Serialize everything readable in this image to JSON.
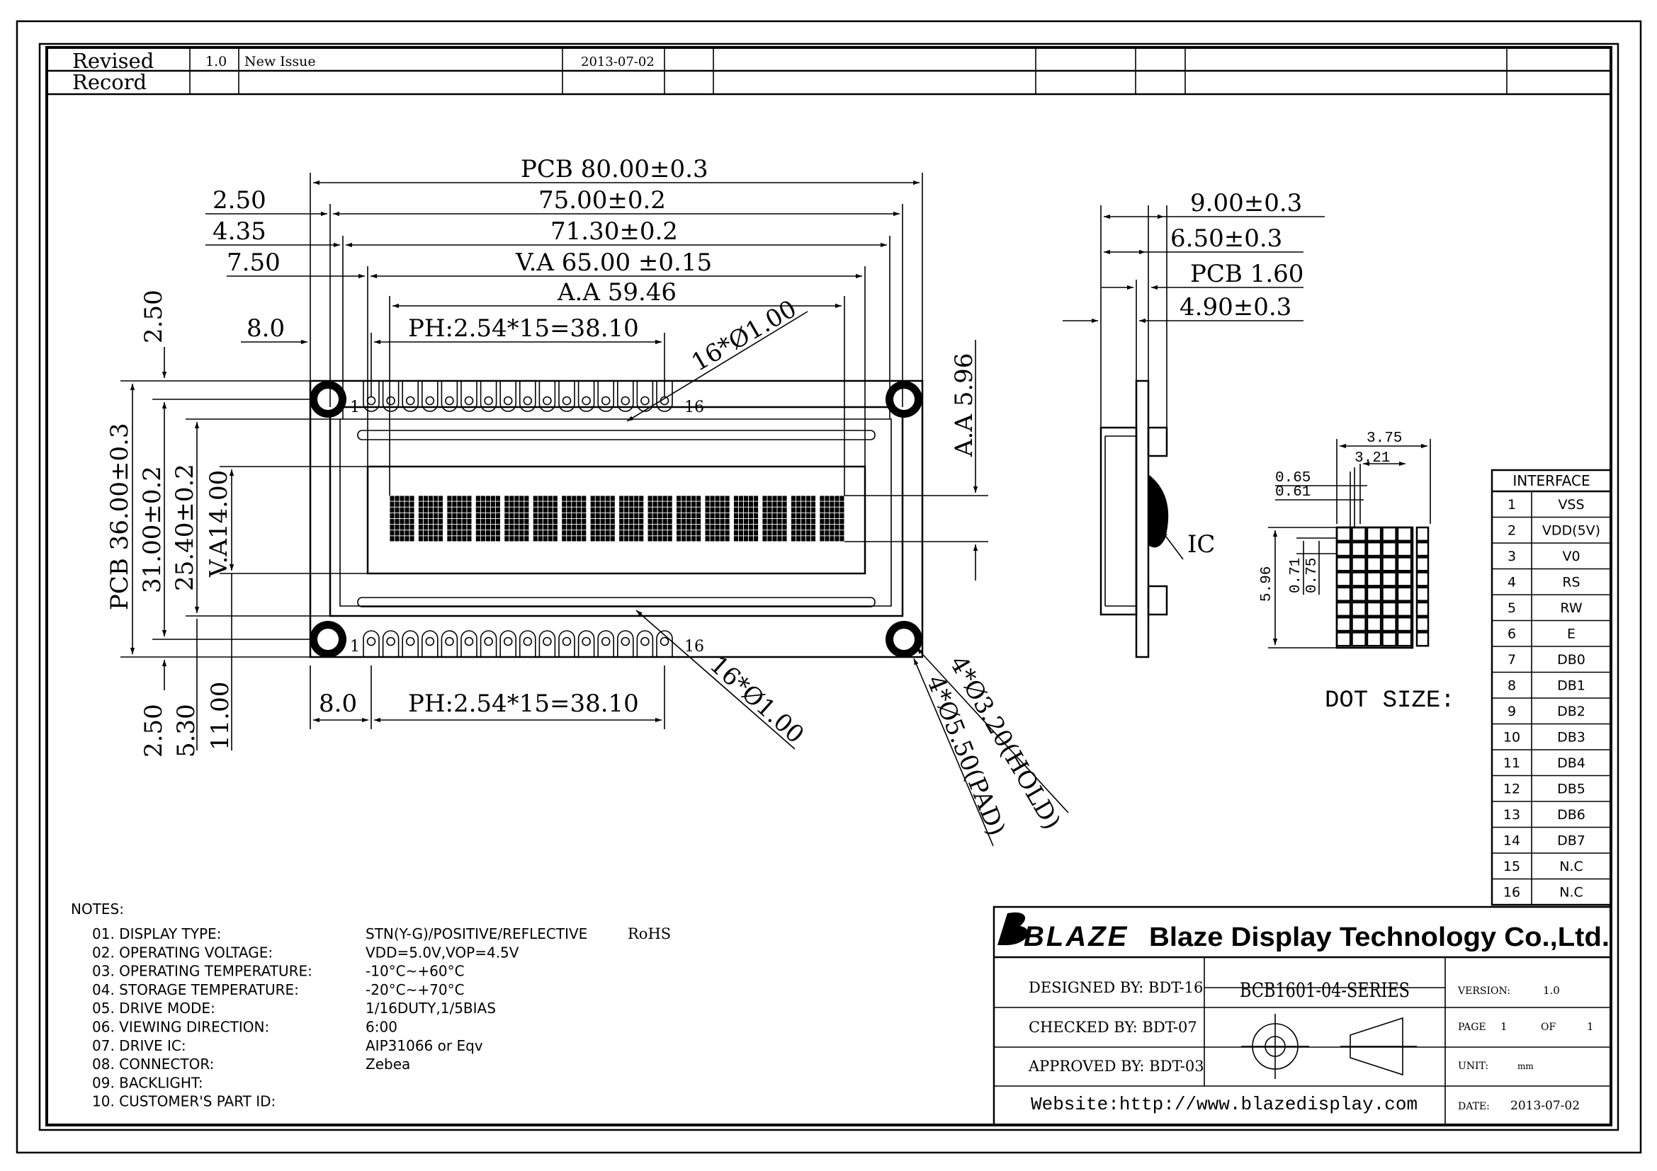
{
  "revision": {
    "label_line1": "Revised",
    "label_line2": "Record",
    "version": "1.0",
    "description": "New Issue",
    "date": "2013-07-02"
  },
  "front_view": {
    "pcb_width": "PCB 80.00±0.3",
    "outline_width": "75.00±0.2",
    "bezel_width": "71.30±0.2",
    "view_area_width": "V.A 65.00 ±0.15",
    "active_area_width": "A.A 59.46",
    "offset_250": "2.50",
    "offset_435": "4.35",
    "offset_750": "7.50",
    "pin_offset_top": "8.0",
    "pin_pitch_top": "PH:2.54*15=38.10",
    "pin_offset_bottom": "8.0",
    "pin_pitch_bottom": "PH:2.54*15=38.10",
    "pin_hole_top": "16*Ø1.00",
    "pin_hole_bottom": "16*Ø1.00",
    "mount_hole": "4*Ø3.20(HOLD)",
    "mount_pad": "4*Ø5.50(PAD)",
    "pin_first_top": "1",
    "pin_last_top": "16",
    "pin_first_bottom": "1",
    "pin_last_bottom": "16",
    "left_top_margin": "2.50",
    "pcb_height": "PCB 36.00±0.3",
    "outline_height": "31.00±0.2",
    "bezel_height": "25.40±0.2",
    "view_area_height": "V.A14.00",
    "active_area_height": "A.A 5.96",
    "bottom_250": "2.50",
    "bottom_530": "5.30",
    "bottom_1100": "11.00"
  },
  "side_view": {
    "total_thickness": "9.00±0.3",
    "module_thickness": "6.50±0.3",
    "pcb_thickness": "PCB 1.60",
    "lcd_thickness": "4.90±0.3",
    "ic_label": "IC"
  },
  "dot_size": {
    "label": "DOT SIZE:",
    "char_width": "3.75",
    "char_width_inner": "3.21",
    "dot_pitch_x": "0.65",
    "dot_width_x": "0.61",
    "char_height": "5.96",
    "dot_height": "0.71",
    "dot_pitch_y": "0.75"
  },
  "interface": {
    "title": "INTERFACE",
    "pins": [
      {
        "no": "1",
        "name": "VSS"
      },
      {
        "no": "2",
        "name": "VDD(5V)"
      },
      {
        "no": "3",
        "name": "V0"
      },
      {
        "no": "4",
        "name": "RS"
      },
      {
        "no": "5",
        "name": "RW"
      },
      {
        "no": "6",
        "name": "E"
      },
      {
        "no": "7",
        "name": "DB0"
      },
      {
        "no": "8",
        "name": "DB1"
      },
      {
        "no": "9",
        "name": "DB2"
      },
      {
        "no": "10",
        "name": "DB3"
      },
      {
        "no": "11",
        "name": "DB4"
      },
      {
        "no": "12",
        "name": "DB5"
      },
      {
        "no": "13",
        "name": "DB6"
      },
      {
        "no": "14",
        "name": "DB7"
      },
      {
        "no": "15",
        "name": "N.C"
      },
      {
        "no": "16",
        "name": "N.C"
      }
    ]
  },
  "notes": {
    "title": "NOTES:",
    "items": [
      {
        "label": "01. DISPLAY TYPE:",
        "value": "STN(Y-G)/POSITIVE/REFLECTIVE",
        "extra": "RoHS"
      },
      {
        "label": "02. OPERATING VOLTAGE:",
        "value": "VDD=5.0V,VOP=4.5V",
        "extra": ""
      },
      {
        "label": "03. OPERATING TEMPERATURE:",
        "value": "-10°C~+60°C",
        "extra": ""
      },
      {
        "label": "04. STORAGE TEMPERATURE:",
        "value": "-20°C~+70°C",
        "extra": ""
      },
      {
        "label": "05. DRIVE MODE:",
        "value": "1/16DUTY,1/5BIAS",
        "extra": ""
      },
      {
        "label": "06. VIEWING DIRECTION:",
        "value": "6:00",
        "extra": ""
      },
      {
        "label": "07. DRIVE IC:",
        "value": "AIP31066 or Eqv",
        "extra": ""
      },
      {
        "label": "08. CONNECTOR:",
        "value": "Zebea",
        "extra": ""
      },
      {
        "label": "09. BACKLIGHT:",
        "value": "",
        "extra": ""
      },
      {
        "label": "10. CUSTOMER'S PART ID:",
        "value": "",
        "extra": ""
      }
    ]
  },
  "title_block": {
    "logo_text": "BLAZE",
    "company": "Blaze Display Technology Co.,Ltd.",
    "designed_by": "DESIGNED BY: BDT-16",
    "checked_by": "CHECKED BY:  BDT-07",
    "approved_by": "APPROVED BY: BDT-03",
    "part_number": "BCB1601-04-SERIES",
    "version_label": "VERSION:",
    "version_value": "1.0",
    "page_label": "PAGE",
    "page_value": "1",
    "of_label": "OF",
    "of_value": "1",
    "unit_label": "UNIT:",
    "unit_value": "mm",
    "date_label": "DATE:",
    "date_value": "2013-07-02",
    "website": "Website:http://www.blazedisplay.com"
  }
}
